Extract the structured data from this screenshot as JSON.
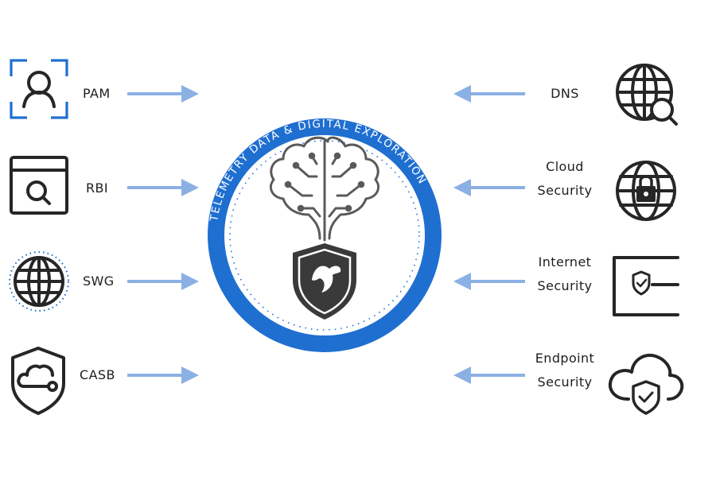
{
  "center": {
    "ring_text": "TELEMETRY DATA & DIGITAL EXPLORATION",
    "colors": {
      "ring": "#1f6fd1",
      "arrow": "#8bb0e4",
      "icon": "#262626",
      "logo": "#3a3a3a"
    }
  },
  "left_items": [
    {
      "label": "PAM",
      "icon": "user-scan-icon"
    },
    {
      "label": "RBI",
      "icon": "browser-search-icon"
    },
    {
      "label": "SWG",
      "icon": "globe-icon"
    },
    {
      "label": "CASB",
      "icon": "cloud-shield-icon"
    }
  ],
  "right_items": [
    {
      "label_lines": [
        "DNS"
      ],
      "icon": "globe-search-icon"
    },
    {
      "label_lines": [
        "Cloud",
        "Security"
      ],
      "icon": "globe-lock-icon"
    },
    {
      "label_lines": [
        "Internet",
        "Security"
      ],
      "icon": "window-shield-icon"
    },
    {
      "label_lines": [
        "Endpoint",
        "Security"
      ],
      "icon": "cloud-check-shield-icon"
    }
  ]
}
